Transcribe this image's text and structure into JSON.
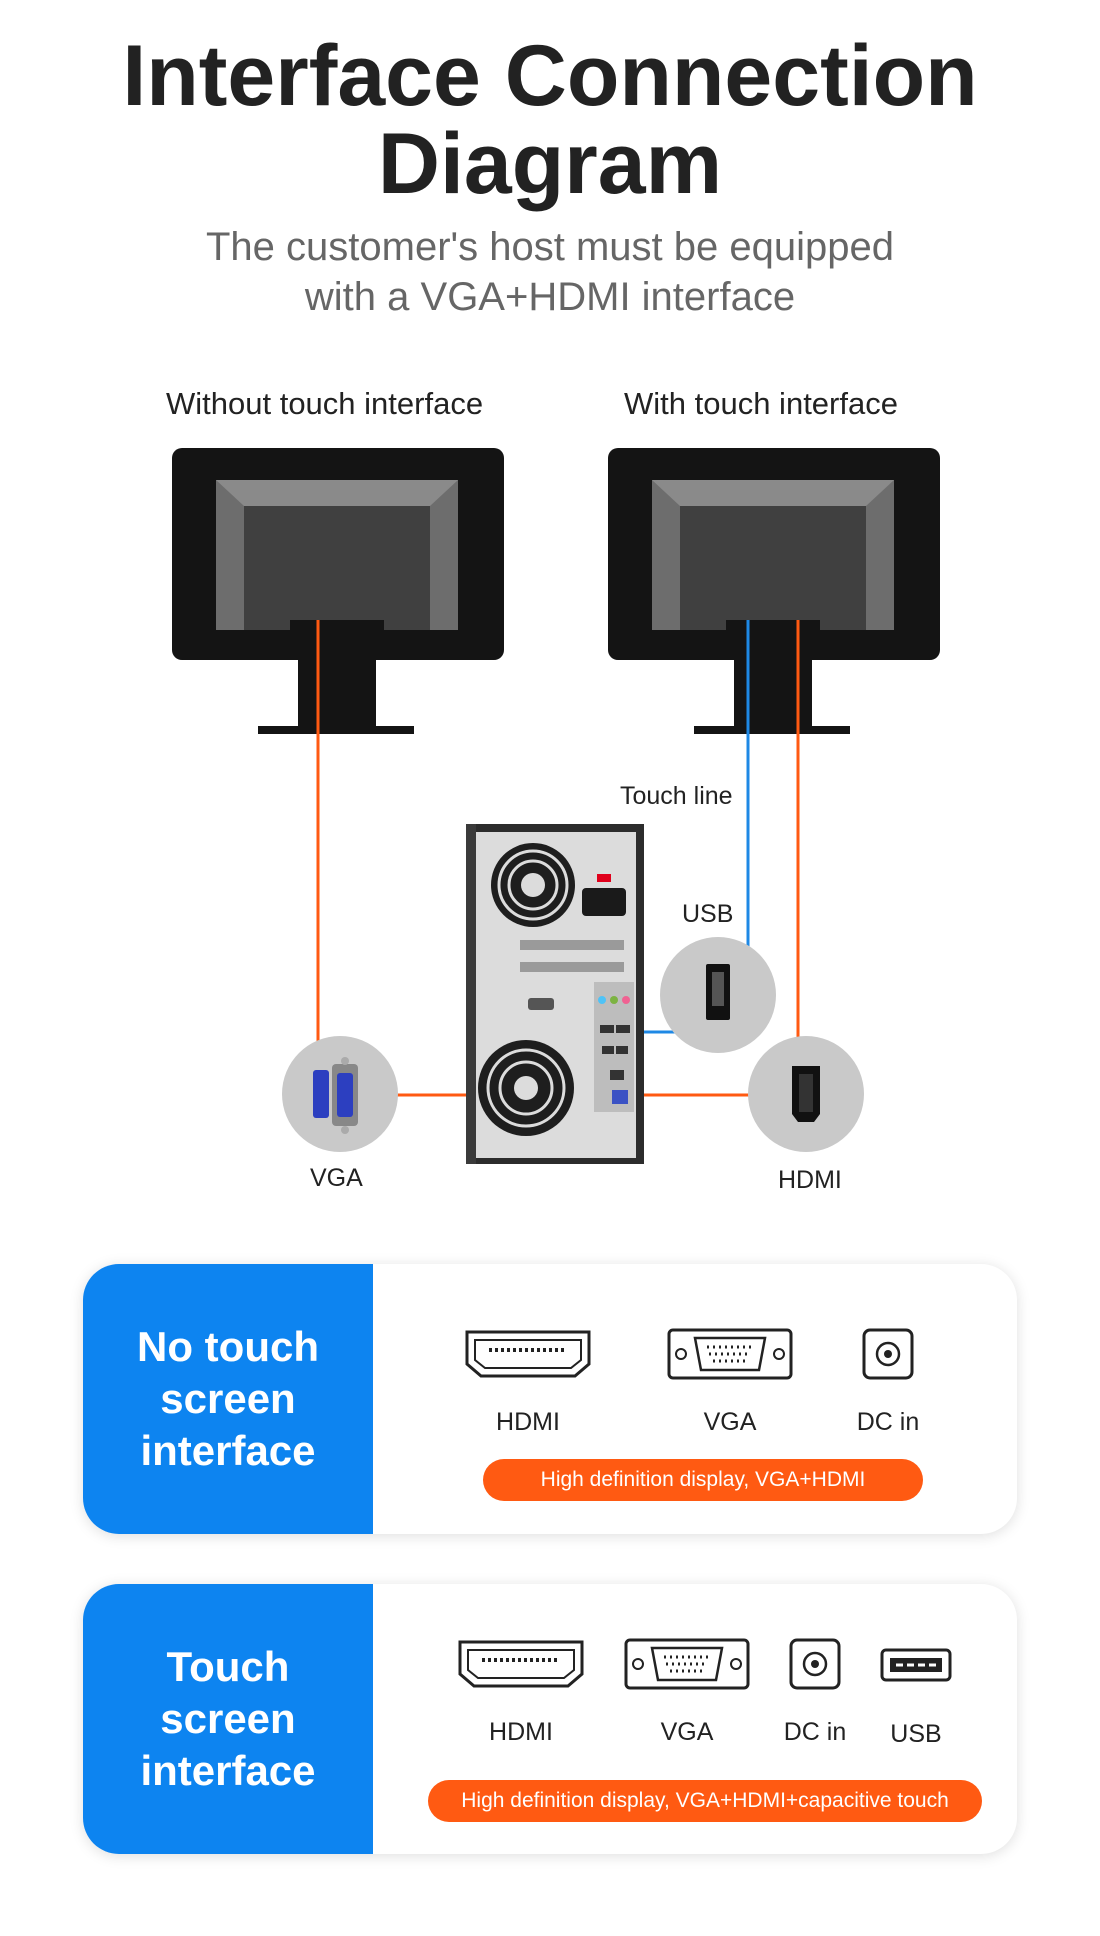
{
  "header": {
    "title_line1": "Interface Connection",
    "title_line2": "Diagram",
    "subtitle_line1": "The customer's host must be equipped",
    "subtitle_line2": "with a VGA+HDMI interface"
  },
  "diagram": {
    "left_monitor_label": "Without touch interface",
    "right_monitor_label": "With touch interface",
    "touch_line_label": "Touch line",
    "usb_label": "USB",
    "vga_label": "VGA",
    "hdmi_label": "HDMI",
    "colors": {
      "video_cable": "#ff5a12",
      "touch_cable": "#1e88e5"
    }
  },
  "cards": [
    {
      "title_lines": [
        "No touch",
        "screen",
        "interface"
      ],
      "ports": [
        "HDMI",
        "VGA",
        "DC in"
      ],
      "note": "High definition display, VGA+HDMI"
    },
    {
      "title_lines": [
        "Touch",
        "screen",
        "interface"
      ],
      "ports": [
        "HDMI",
        "VGA",
        "DC in",
        "USB"
      ],
      "note": "High definition display, VGA+HDMI+capacitive touch"
    }
  ],
  "icons": [
    "hdmi-port-icon",
    "vga-port-icon",
    "dc-in-port-icon",
    "usb-port-icon"
  ],
  "accent_colors": {
    "blue": "#0d84f0",
    "orange": "#ff5a12"
  }
}
